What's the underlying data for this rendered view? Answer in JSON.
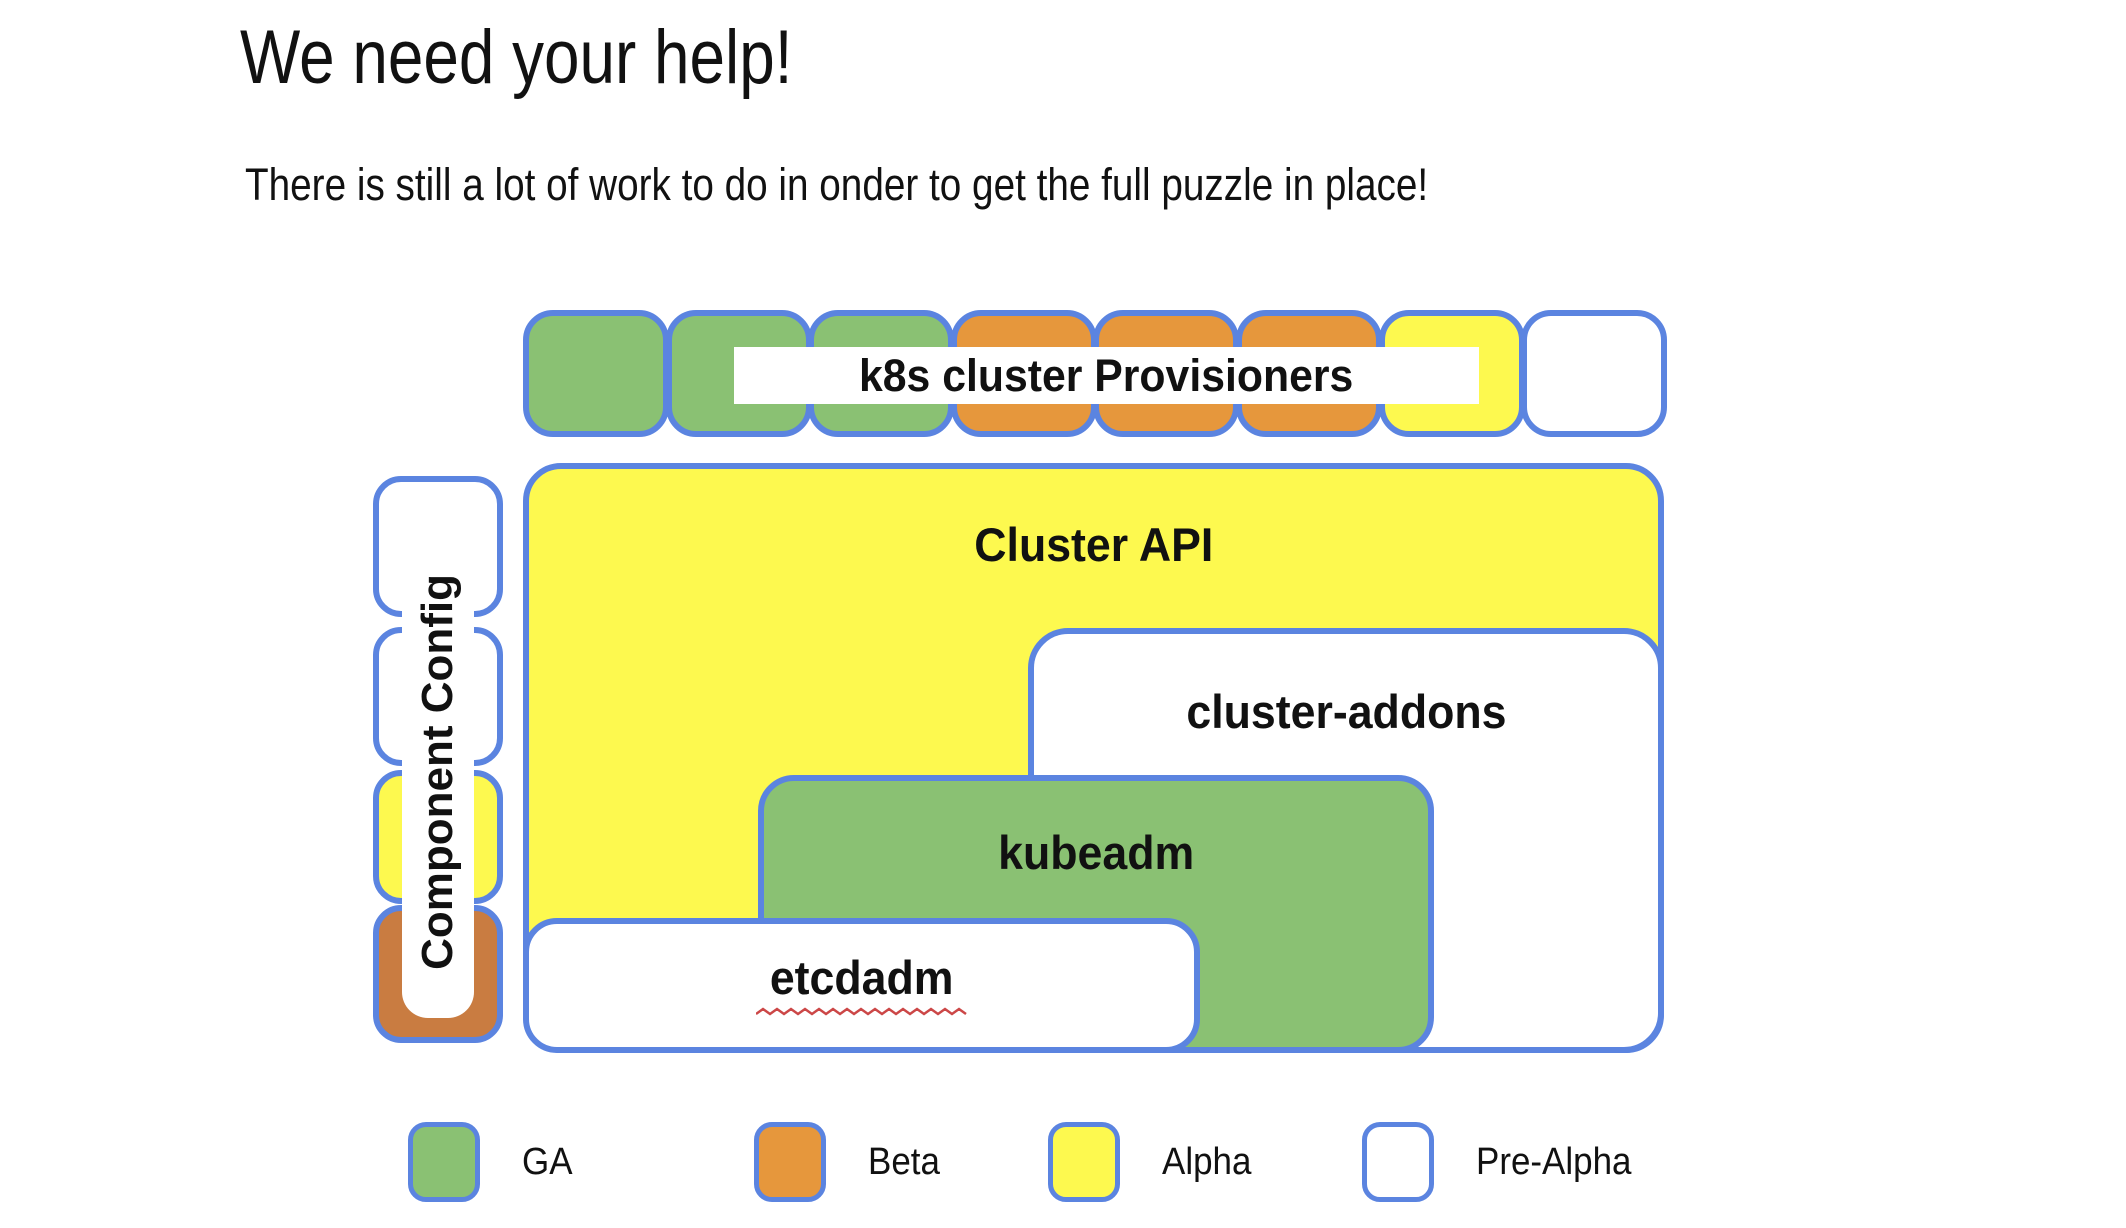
{
  "slide": {
    "title": "We need your help!",
    "subtitle": "There is still a lot of work to do in onder to get the full puzzle in place!"
  },
  "colors": {
    "border_blue": "#5b84e0",
    "ga_green": "#8ac173",
    "beta_orange": "#e6973c",
    "alpha_yellow": "#fdf94f",
    "pre_alpha_white": "#ffffff",
    "config_beta_brown": "#c97c41",
    "squiggle_red": "#cc4747",
    "text_black": "#111111"
  },
  "provisioners_row": {
    "label": "k8s cluster Provisioners",
    "squares": [
      "ga",
      "ga",
      "ga",
      "beta",
      "beta",
      "beta",
      "alpha",
      "pre_alpha"
    ]
  },
  "component_config_column": {
    "label": "Component Config",
    "squares": [
      "pre_alpha",
      "pre_alpha",
      "alpha",
      "beta_dark"
    ]
  },
  "puzzle_boxes": {
    "cluster_api": {
      "label": "Cluster API",
      "status": "alpha"
    },
    "cluster_addons": {
      "label": "cluster-addons",
      "status": "pre_alpha"
    },
    "kubeadm": {
      "label": "kubeadm",
      "status": "ga"
    },
    "etcdadm": {
      "label": "etcdadm",
      "status": "pre_alpha",
      "spellcheck_underline": true
    }
  },
  "legend": {
    "items": [
      {
        "status": "ga",
        "label": "GA"
      },
      {
        "status": "beta",
        "label": "Beta"
      },
      {
        "status": "alpha",
        "label": "Alpha"
      },
      {
        "status": "pre_alpha",
        "label": "Pre-Alpha"
      }
    ]
  }
}
